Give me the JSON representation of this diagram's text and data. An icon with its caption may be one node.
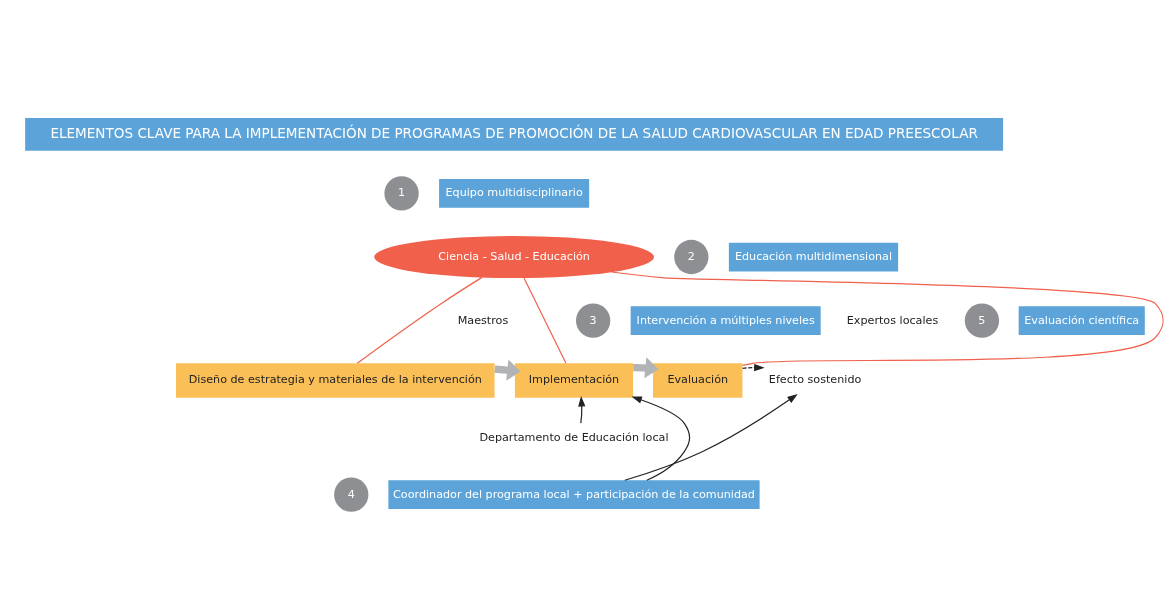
{
  "diagram": {
    "title": "ELEMENTOS CLAVE PARA LA IMPLEMENTACIÓN DE PROGRAMAS DE PROMOCIÓN DE LA SALUD CARDIOVASCULAR EN EDAD PREESCOLAR",
    "nodes": [
      {
        "text": [
          "1"
        ]
      },
      {
        "text": [
          "Equipo multidisciplinario"
        ]
      },
      {
        "text": [
          "Ciencia - Salud - Educación"
        ]
      },
      {
        "text": [
          "2"
        ]
      },
      {
        "text": [
          "Educación multidimensional"
        ]
      },
      {
        "text": [
          "3"
        ]
      },
      {
        "text": [
          "Intervención a múltiples niveles"
        ]
      },
      {
        "text": [
          "5"
        ]
      },
      {
        "text": [
          "Evaluación científica"
        ]
      },
      {
        "text": [
          "Diseño de estrategia y materiales de la intervención"
        ]
      },
      {
        "text": [
          "Implementación"
        ]
      },
      {
        "text": [
          "Evaluación"
        ]
      },
      {
        "text": [
          "Efecto sostenido"
        ]
      },
      {
        "text": [
          "Departamento de Educación local"
        ]
      },
      {
        "text": [
          "4"
        ]
      },
      {
        "text": [
          "Coordinador del programa local + participación de la comunidad"
        ]
      }
    ],
    "edges": [
      {
        "from": 2,
        "to": 9,
        "arrow": "none",
        "color": "#f0604a"
      },
      {
        "from": 2,
        "to": 10,
        "arrow": "none",
        "color": "#f0604a"
      },
      {
        "from": 2,
        "to": 11,
        "arrow": "none",
        "color": "#f0604a"
      },
      {
        "from": 9,
        "to": 10,
        "arrow": "to",
        "style": "thick",
        "color": "#b1b3b6"
      },
      {
        "from": 10,
        "to": 11,
        "arrow": "to",
        "style": "thick",
        "color": "#b1b3b6"
      },
      {
        "from": 11,
        "to": 12,
        "arrow": "to",
        "style": "dashed"
      },
      {
        "from": 13,
        "to": 10,
        "arrow": "to"
      },
      {
        "from": 15,
        "to": 10,
        "arrow": "to"
      },
      {
        "from": 15,
        "to": 12,
        "arrow": "to"
      }
    ],
    "labels": [
      "Maestros",
      "Expertos locales"
    ]
  }
}
